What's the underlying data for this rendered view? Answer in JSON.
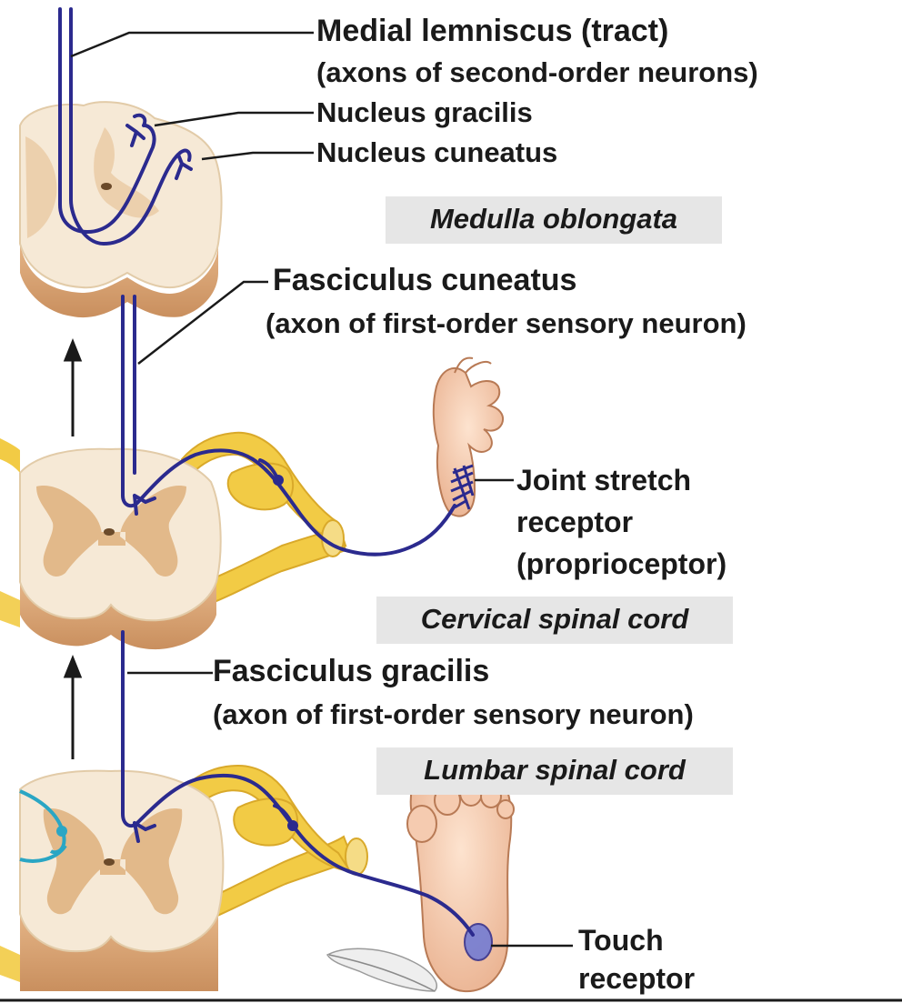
{
  "labels": {
    "medial_lemniscus": {
      "title": "Medial lemniscus (tract)",
      "subtitle": "(axons of second-order neurons)"
    },
    "nucleus_gracilis": "Nucleus gracilis",
    "nucleus_cuneatus": "Nucleus cuneatus",
    "fasciculus_cuneatus": {
      "title": "Fasciculus cuneatus",
      "subtitle": "(axon of first-order sensory neuron)"
    },
    "joint_stretch_receptor": [
      "Joint stretch",
      "receptor",
      "(proprioceptor)"
    ],
    "fasciculus_gracilis": {
      "title": "Fasciculus gracilis",
      "subtitle": "(axon of first-order sensory neuron)"
    },
    "touch_receptor": [
      "Touch",
      "receptor"
    ]
  },
  "regions": {
    "medulla": "Medulla oblongata",
    "cervical": "Cervical spinal cord",
    "lumbar": "Lumbar spinal cord"
  },
  "colors": {
    "pathway": "#2b2a8e",
    "nerve": "#f2cb45",
    "tissue": "#f6e9d6",
    "gray_matter": "#e2b98a",
    "other_tract": "#2aa6c4",
    "region_box": "#e6e6e6"
  }
}
